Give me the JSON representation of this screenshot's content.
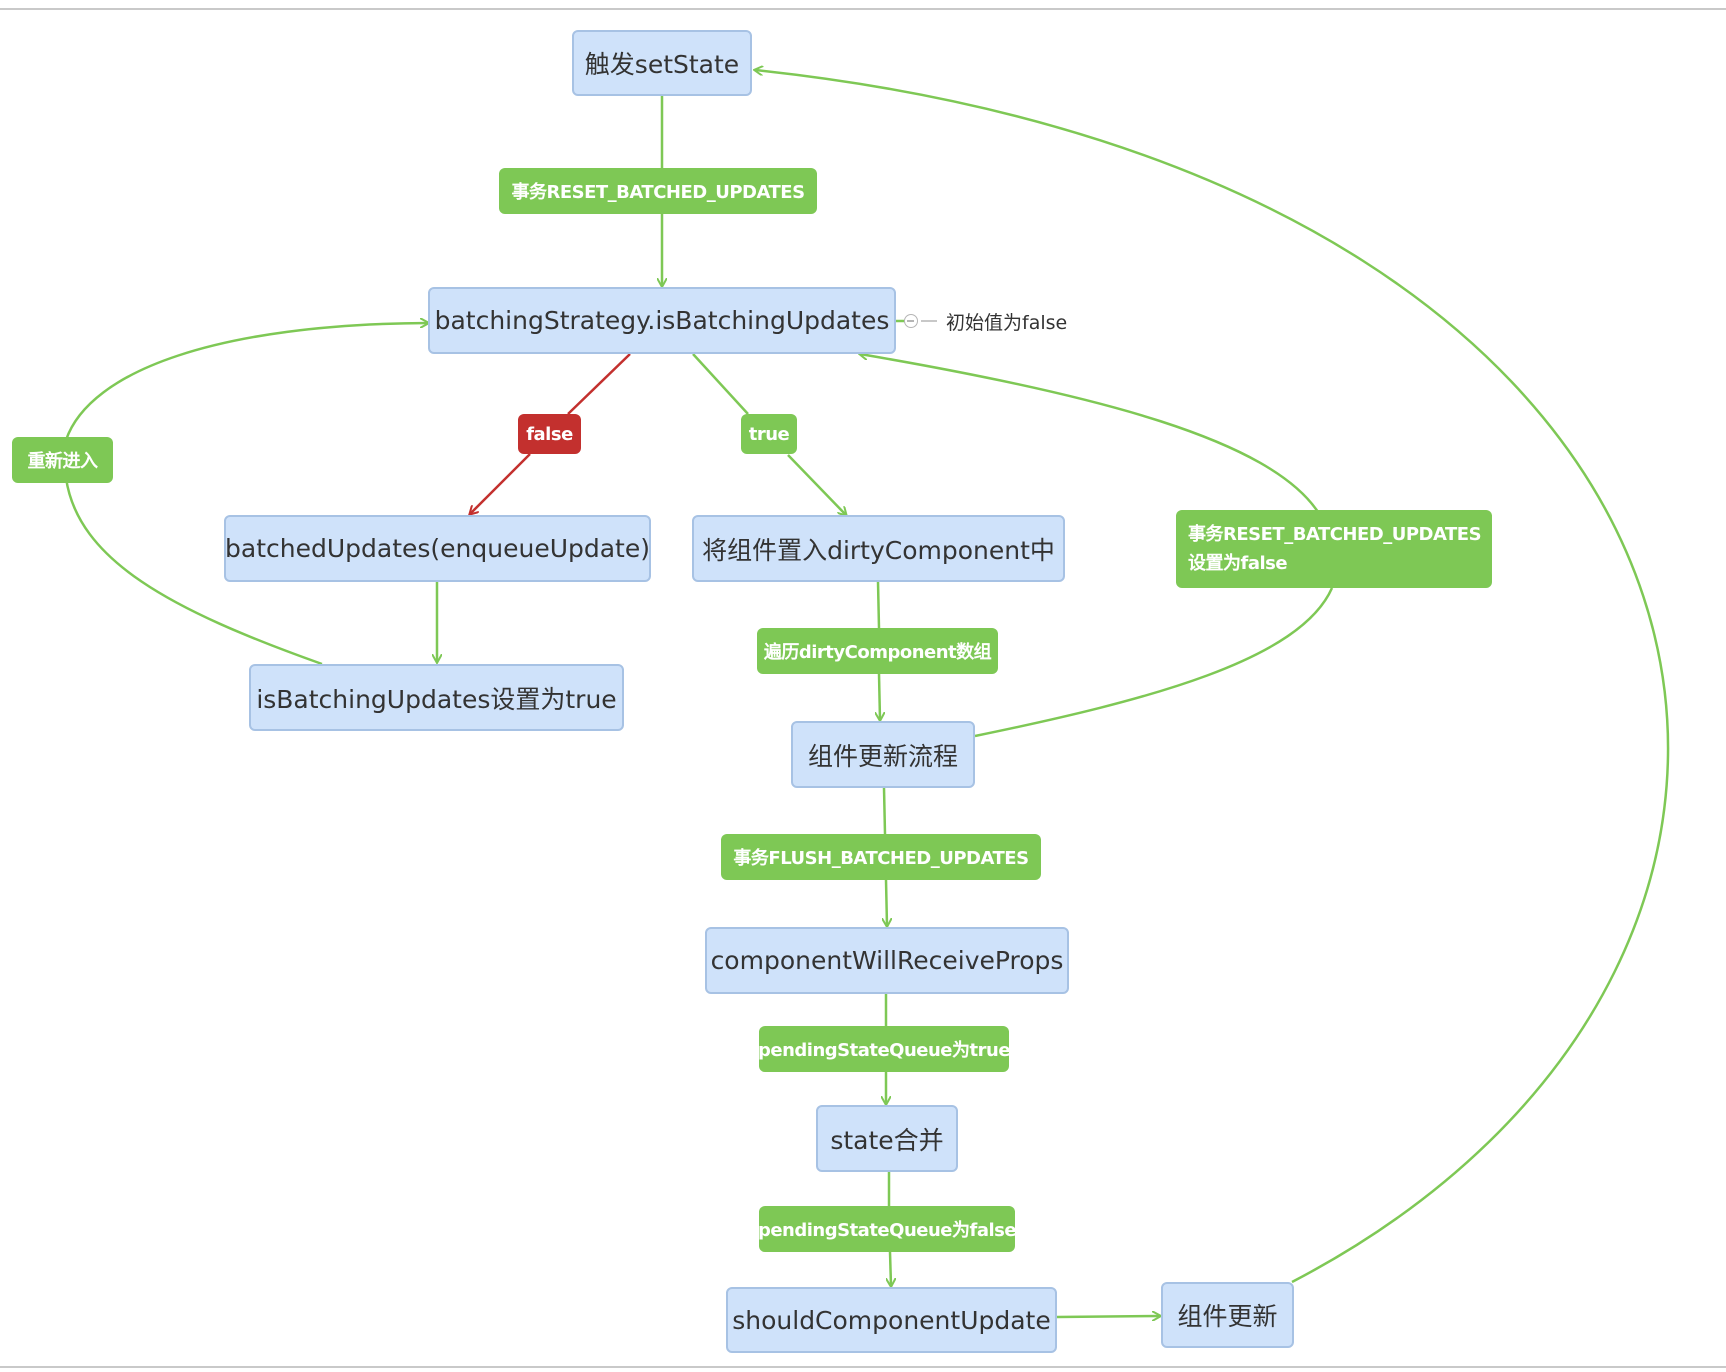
{
  "nodes": {
    "trigger_set_state": "触发setState",
    "is_batching_updates": "batchingStrategy.isBatchingUpdates",
    "batched_updates": "batchedUpdates(enqueueUpdate)",
    "put_dirty_component": "将组件置入dirtyComponent中",
    "set_batching_true": "isBatchingUpdates设置为true",
    "component_update_flow": "组件更新流程",
    "component_will_receive_props": "componentWillReceiveProps",
    "state_merge": "state合并",
    "should_component_update": "shouldComponentUpdate",
    "component_update": "组件更新"
  },
  "labels": {
    "reset_batched_updates_top": "事务RESET_BATCHED_UPDATES",
    "false_branch": "false",
    "true_branch": "true",
    "re_enter": "重新进入",
    "traverse_dirty": "遍历dirtyComponent数组",
    "reset_batched_updates_right_line1": "事务RESET_BATCHED_UPDATES",
    "reset_batched_updates_right_line2": "设置为false",
    "flush_batched_updates": "事务FLUSH_BATCHED_UPDATES",
    "pending_state_true": "pendingStateQueue为true",
    "pending_state_false": "pendingStateQueue为false"
  },
  "note": {
    "initial_value": "初始值为false"
  },
  "colors": {
    "node_fill": "#cfe2fa",
    "node_border": "#a7c2e4",
    "connector": "#7ec855",
    "false_connector": "#c3302e"
  }
}
